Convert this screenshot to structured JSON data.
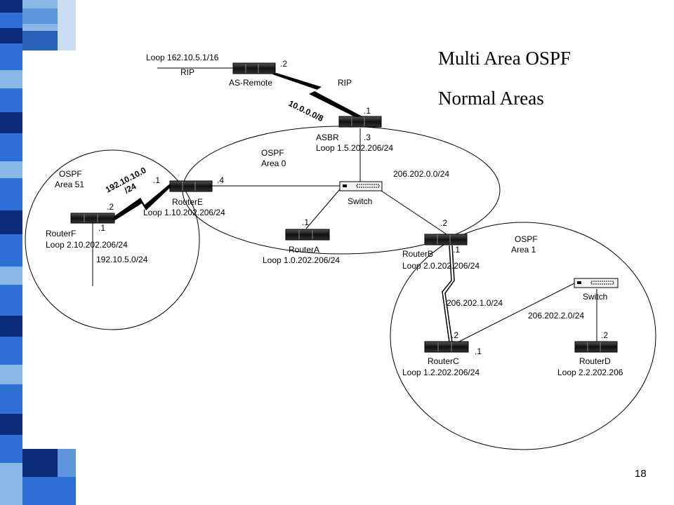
{
  "slide": {
    "title": "Multi Area OSPF",
    "subtitle": "Normal Areas",
    "page_number": "18",
    "accent_colors": [
      "#0b2a78",
      "#2d6fd6",
      "#88b8e6",
      "#ffffff"
    ]
  },
  "areas": {
    "area0": {
      "line1": "OSPF",
      "line2": "Area 0"
    },
    "area51": {
      "line1": "OSPF",
      "line2": "Area 51"
    },
    "area1": {
      "line1": "OSPF",
      "line2": "Area 1"
    }
  },
  "devices": {
    "as_remote": {
      "name": "AS-Remote",
      "loop": "Loop 162.10.5.1/16"
    },
    "asbr": {
      "name": "ASBR",
      "loop": "Loop 1.5.202.206/24"
    },
    "router_e": {
      "name": "RouterE",
      "loop": "Loop 1.10.202.206/24"
    },
    "router_f": {
      "name": "RouterF",
      "loop": "Loop 2.10.202.206/24"
    },
    "router_a": {
      "name": "RouterA",
      "loop": "Loop 1.0.202.206/24"
    },
    "router_b": {
      "name": "RouterB",
      "loop": "Loop 2.0.202.206/24"
    },
    "router_c": {
      "name": "RouterC",
      "loop": "Loop 1.2.202.206/24"
    },
    "router_d": {
      "name": "RouterD",
      "loop": "Loop 2.2.202.206"
    },
    "switch0": {
      "name": "Switch"
    },
    "switch1": {
      "name": "Switch"
    }
  },
  "links": {
    "rip_left": "RIP",
    "rip_right": "RIP",
    "serial_asbr": "10.0.0.0/8",
    "serial_ef_1": "192.10.10.0",
    "serial_ef_2": "/24",
    "net_area0": "206.202.0.0/24",
    "net_bc": "206.202.1.0/24",
    "net_cd": "206.202.2.0/24",
    "net_f": "192.10.5.0/24"
  },
  "interfaces": {
    "as_remote": ".2",
    "asbr_serial": ".1",
    "asbr_eth": ".3",
    "router_e_eth": ".4",
    "router_e_serial": ".1",
    "router_f_serial": ".2",
    "router_f_eth": ".1",
    "router_a": ".1",
    "router_b_eth0": ".2",
    "router_b_serial": ".1",
    "router_c_serial": ".2",
    "router_c_eth": ".1",
    "router_d": ".2"
  }
}
